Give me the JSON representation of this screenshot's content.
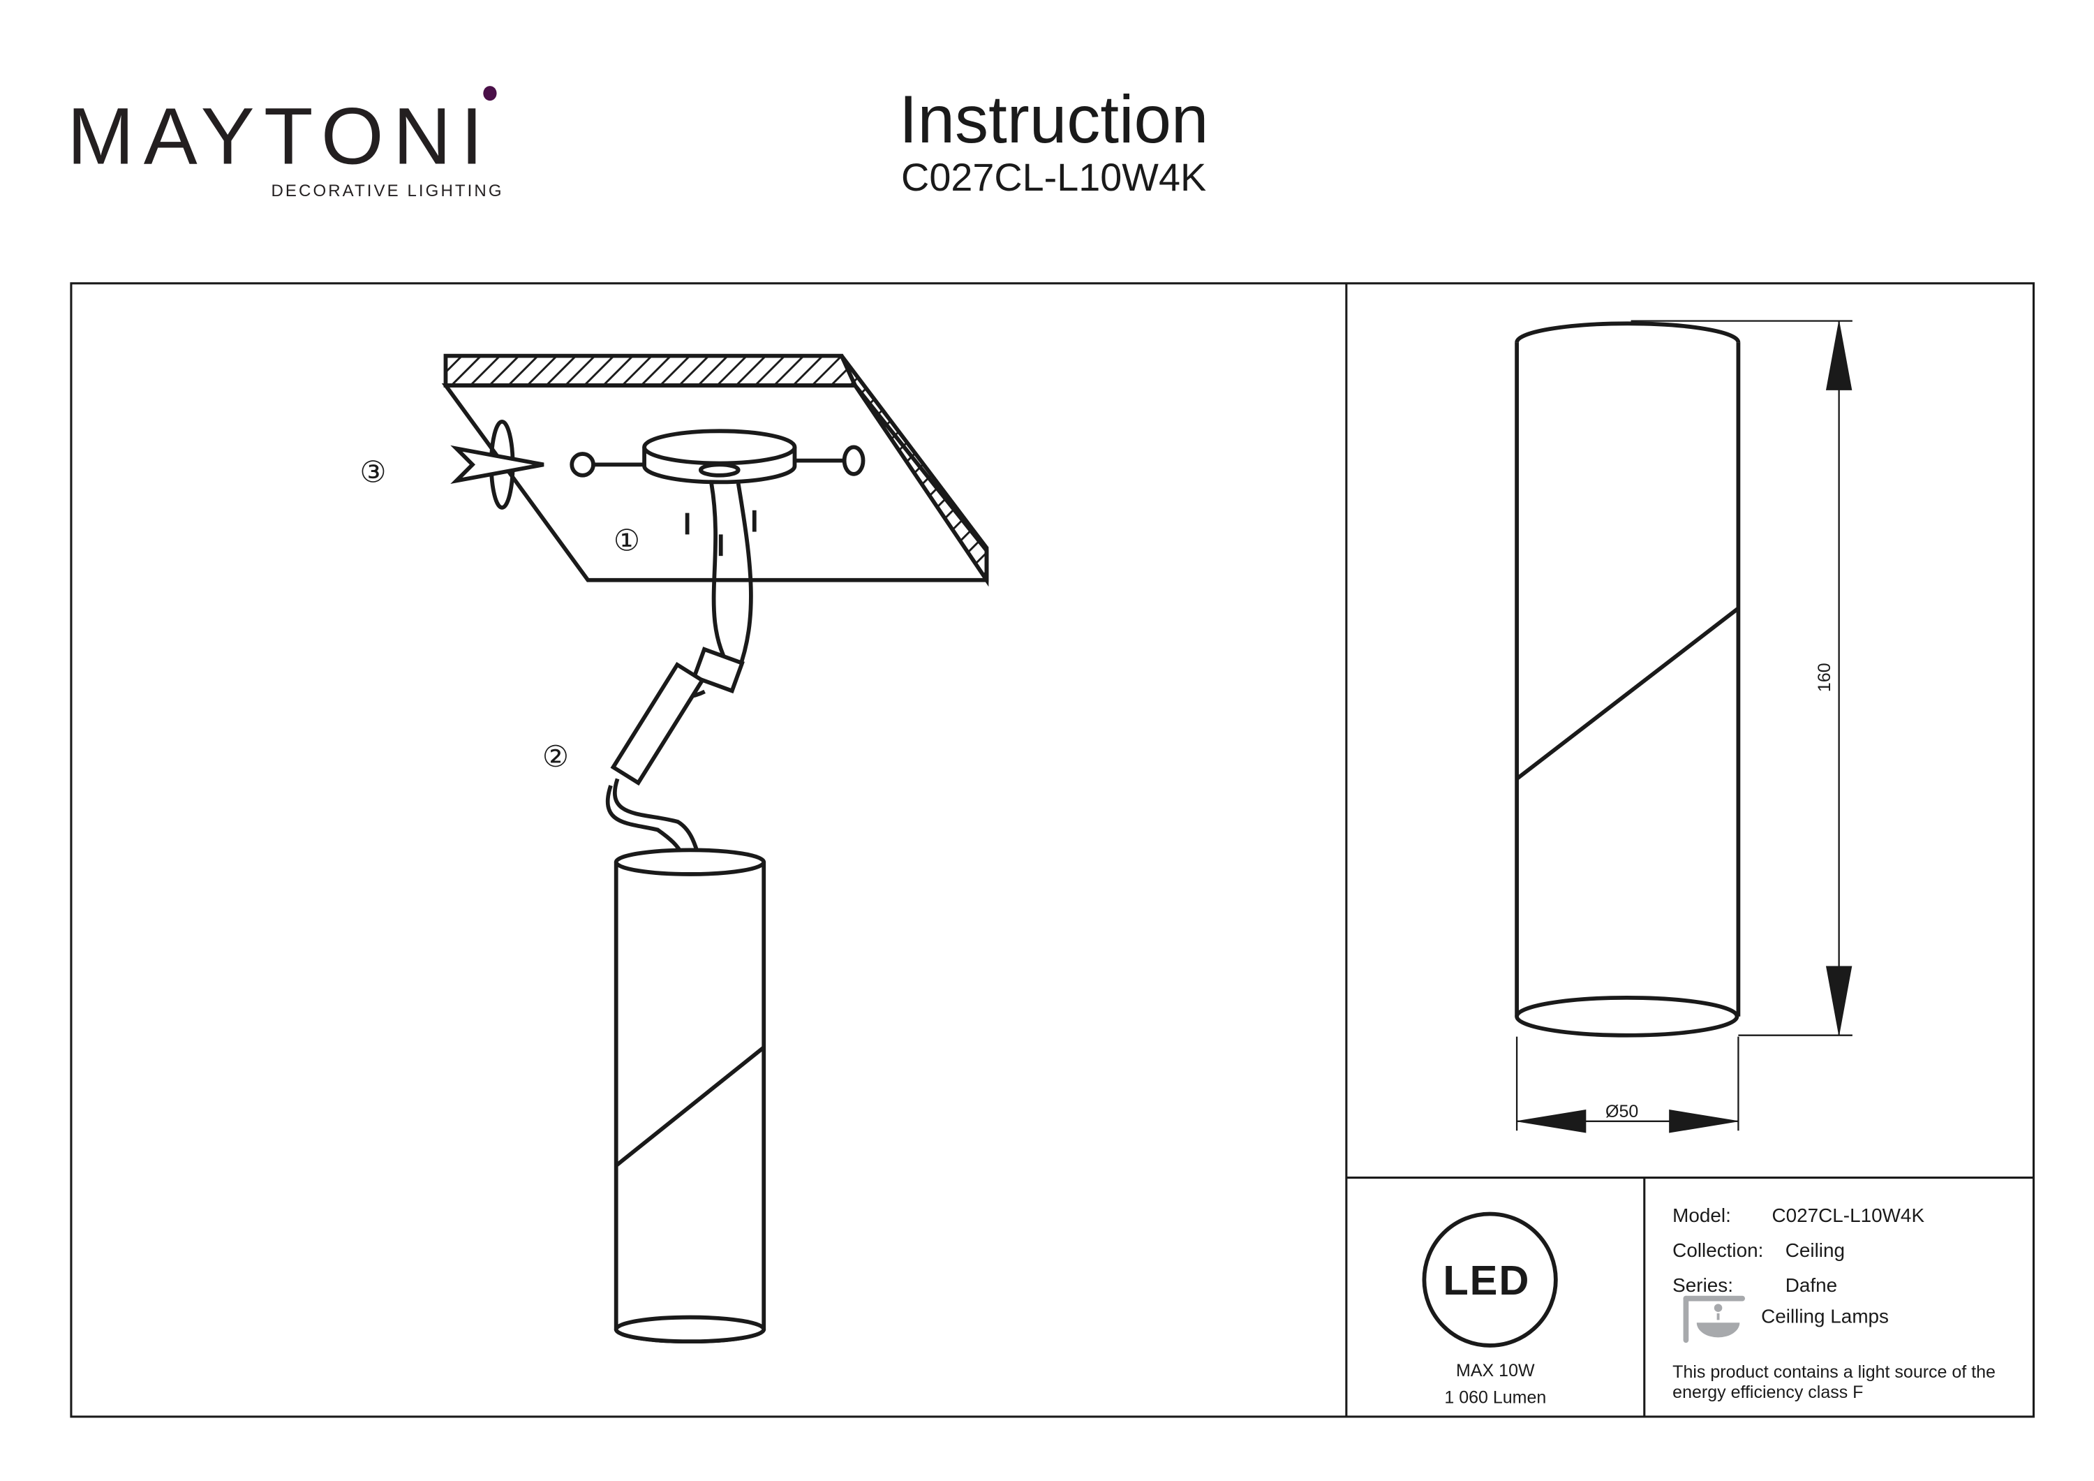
{
  "header": {
    "brand": "MAYTONI",
    "brand_tagline": "DECORATIVE LIGHTING",
    "title": "Instruction",
    "model": "C027CL-L10W4K"
  },
  "colors": {
    "brand_accent": "#4a1048",
    "line": "#1a1a1a",
    "icon_gray": "#a7a9ac"
  },
  "installation": {
    "steps": [
      "①",
      "②",
      "③"
    ]
  },
  "dimensions": {
    "height_label": "160",
    "diameter_label": "Ø50"
  },
  "specs": {
    "led_badge": "LED",
    "power": "MAX 10W",
    "lumen": "1 060 Lumen"
  },
  "details": {
    "model_label": "Model:",
    "model_value": "C027CL-L10W4K",
    "collection_label": "Collection:",
    "collection_value": "Ceiling",
    "series_label": "Series:",
    "series_value": "Dafne",
    "category": "Ceilling Lamps",
    "energy_line1": "This product contains a light source of the",
    "energy_line2": "energy efficiency class F"
  }
}
